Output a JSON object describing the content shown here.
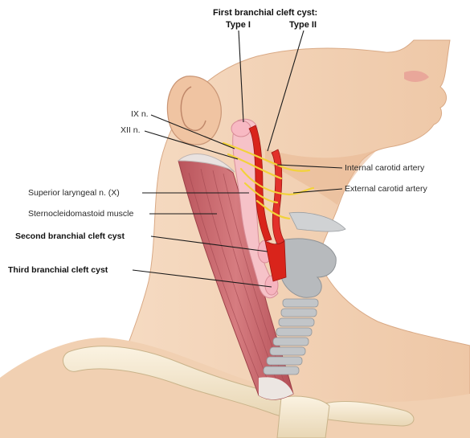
{
  "labels": {
    "header_title": "First branchial cleft cyst:",
    "type_1": "Type I",
    "type_2": "Type II",
    "ix_nerve": "IX n.",
    "xii_nerve": "XII n.",
    "superior_laryngeal": "Superior laryngeal n. (X)",
    "scm": "Sternocleidomastoid muscle",
    "second_cyst": "Second branchial cleft cyst",
    "third_cyst": "Third branchial cleft cyst",
    "internal_carotid": "Internal carotid artery",
    "external_carotid": "External carotid artery"
  },
  "colors": {
    "skin": "#f3d4b9",
    "skin_shadow": "#e4b896",
    "muscle": "#c4646a",
    "artery": "#d9241b",
    "nerve": "#f2d23a",
    "cyst": "#f6c2c8",
    "cartilage": "#b9bcbe",
    "bone": "#f2e7d0"
  }
}
